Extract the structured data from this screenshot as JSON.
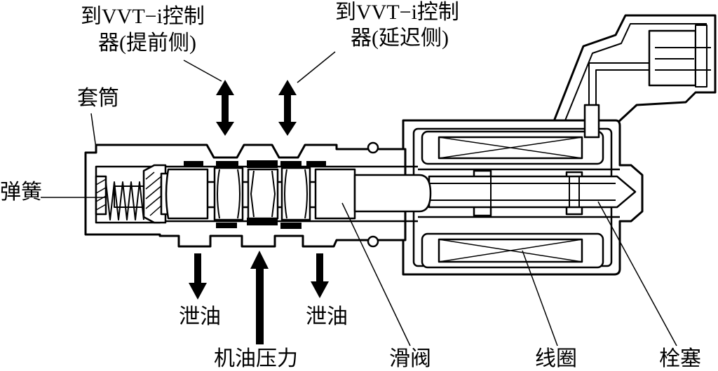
{
  "labels": {
    "advance_line1": "到VVT−i控制",
    "advance_line2": "器(提前侧)",
    "retard_line1": "到VVT−i控制",
    "retard_line2": "器(延迟侧)",
    "sleeve": "套筒",
    "spring": "弹簧",
    "drain_left": "泄油",
    "drain_right": "泄油",
    "oil_pressure": "机油压力",
    "spool_valve": "滑阀",
    "coil": "线圈",
    "plunger": "栓塞"
  }
}
